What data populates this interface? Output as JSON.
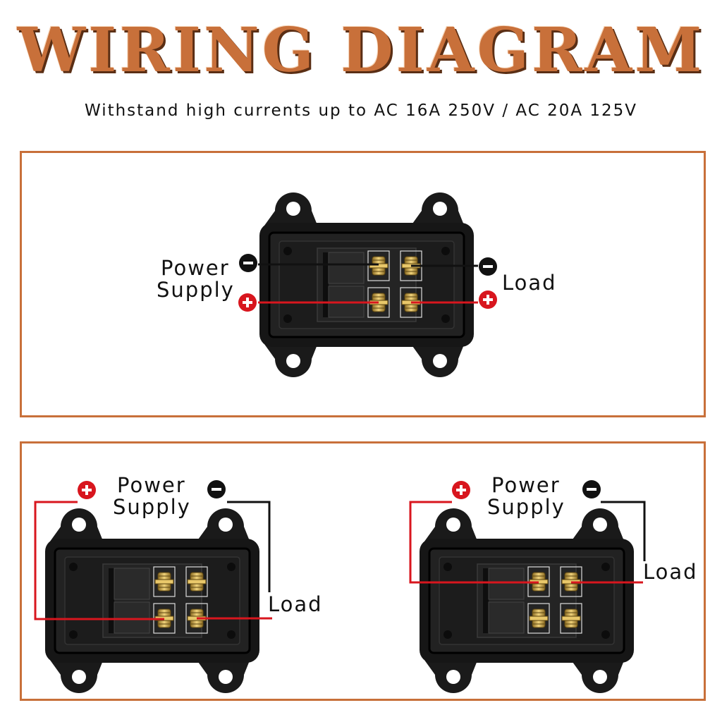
{
  "title": "WIRING DIAGRAM",
  "subtitle": "Withstand high currents up to AC 16A 250V / AC 20A 125V",
  "diagram_top": {
    "power_label_line1": "Power",
    "power_label_line2": "Supply",
    "load_label": "Load",
    "neg_symbol": "−",
    "pos_symbol": "+"
  },
  "diagram_bottom_left": {
    "power_label_line1": "Power",
    "power_label_line2": "Supply",
    "load_label": "Load",
    "neg_symbol": "−",
    "pos_symbol": "+"
  },
  "diagram_bottom_right": {
    "power_label_line1": "Power",
    "power_label_line2": "Supply",
    "load_label": "Load",
    "neg_symbol": "−",
    "pos_symbol": "+"
  },
  "colors": {
    "accent": "#c8703a",
    "wire_positive": "#d8161e",
    "wire_negative": "#111111",
    "housing": "#161616",
    "terminal": "#c9a24a"
  }
}
